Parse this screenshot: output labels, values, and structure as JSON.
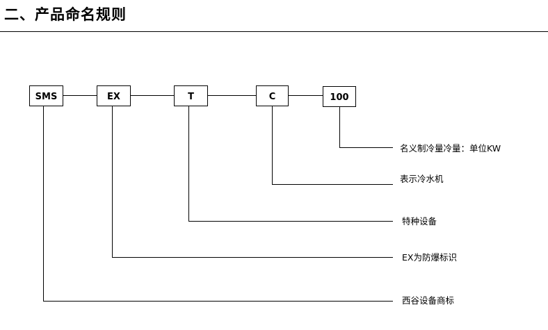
{
  "heading": "二、产品命名规则",
  "segments": [
    {
      "code": "SMS",
      "meaning": "西谷设备商标"
    },
    {
      "code": "EX",
      "meaning": "EX为防爆标识"
    },
    {
      "code": "T",
      "meaning": "特种设备"
    },
    {
      "code": "C",
      "meaning": "表示冷水机"
    },
    {
      "code": "100",
      "meaning": "名义制冷量冷量：单位KW"
    }
  ]
}
